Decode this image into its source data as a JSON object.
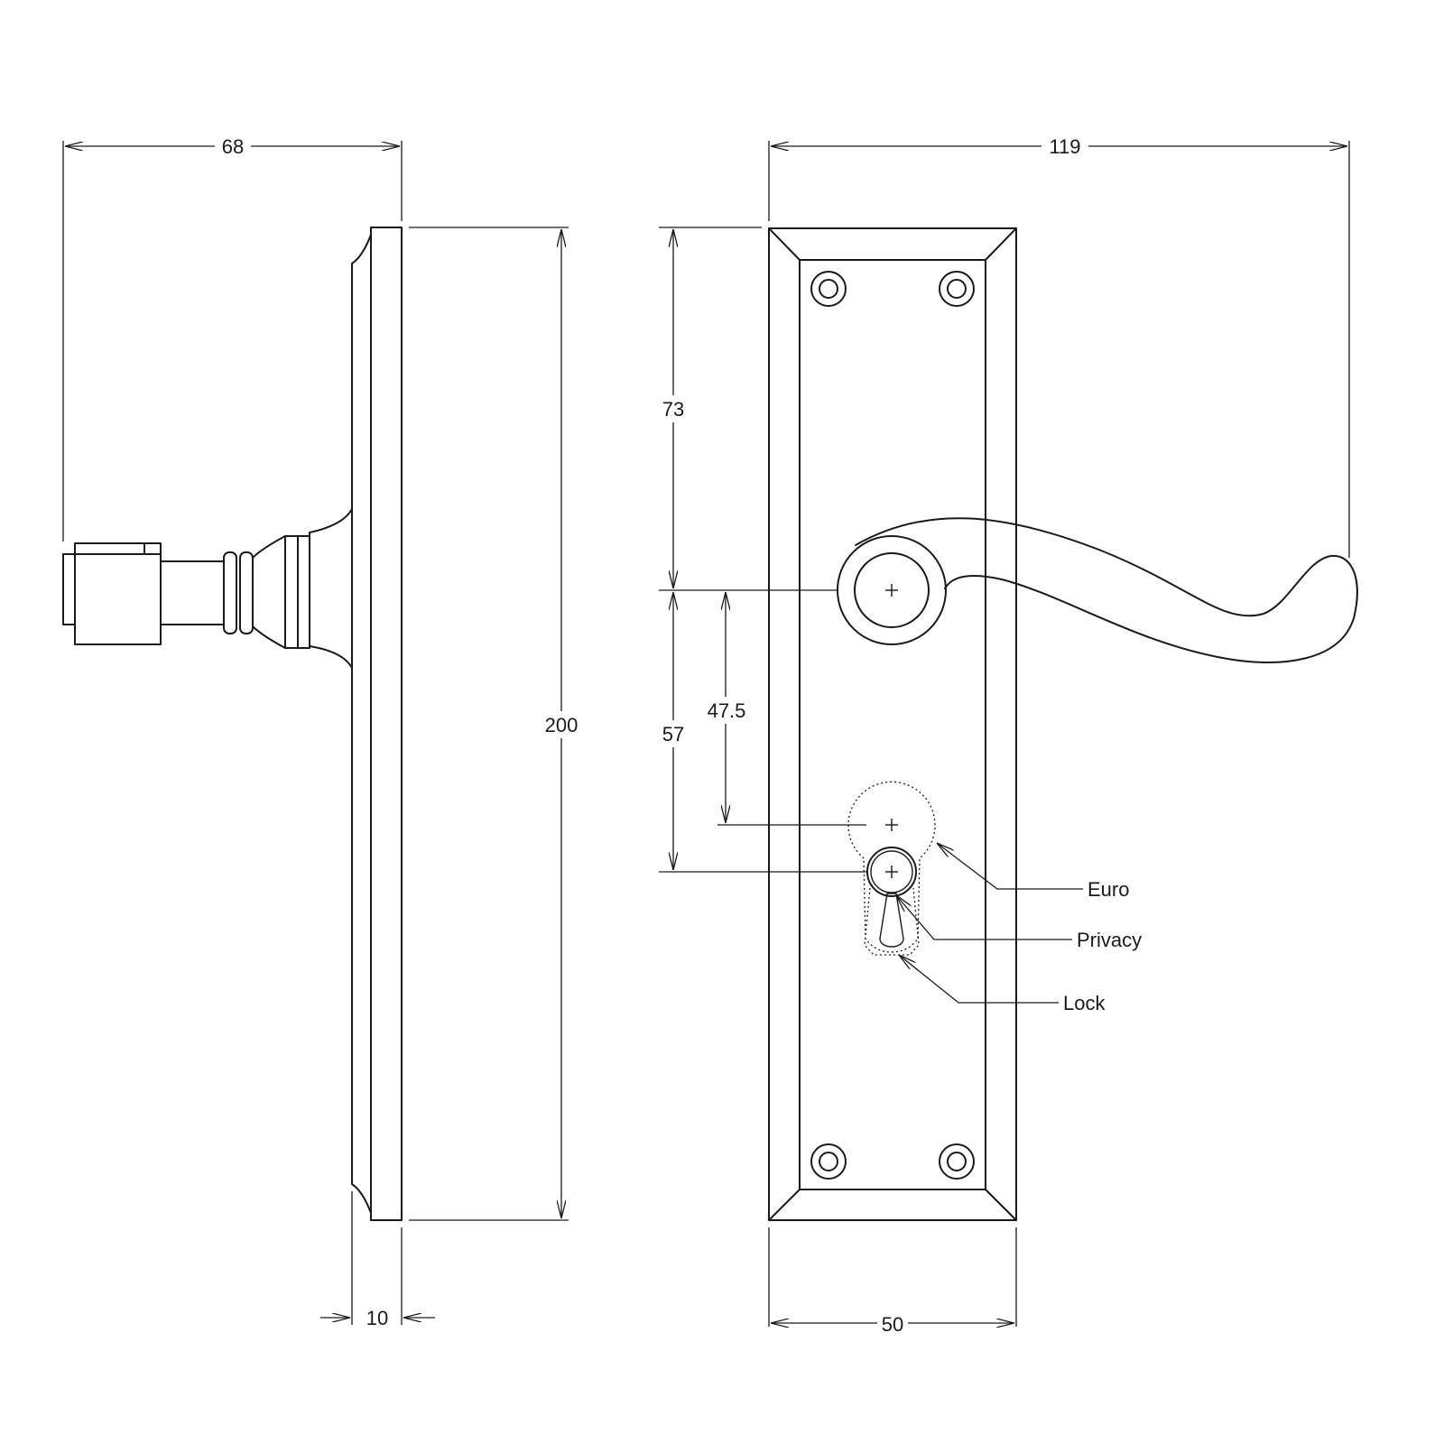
{
  "dimensions": {
    "side_projection": "68",
    "overall_width": "119",
    "plate_height": "200",
    "plate_thickness": "10",
    "top_to_lever": "73",
    "lever_to_lock": "57",
    "lever_to_euro": "47.5",
    "plate_width": "50"
  },
  "callouts": {
    "euro": "Euro",
    "privacy": "Privacy",
    "lock": "Lock"
  }
}
